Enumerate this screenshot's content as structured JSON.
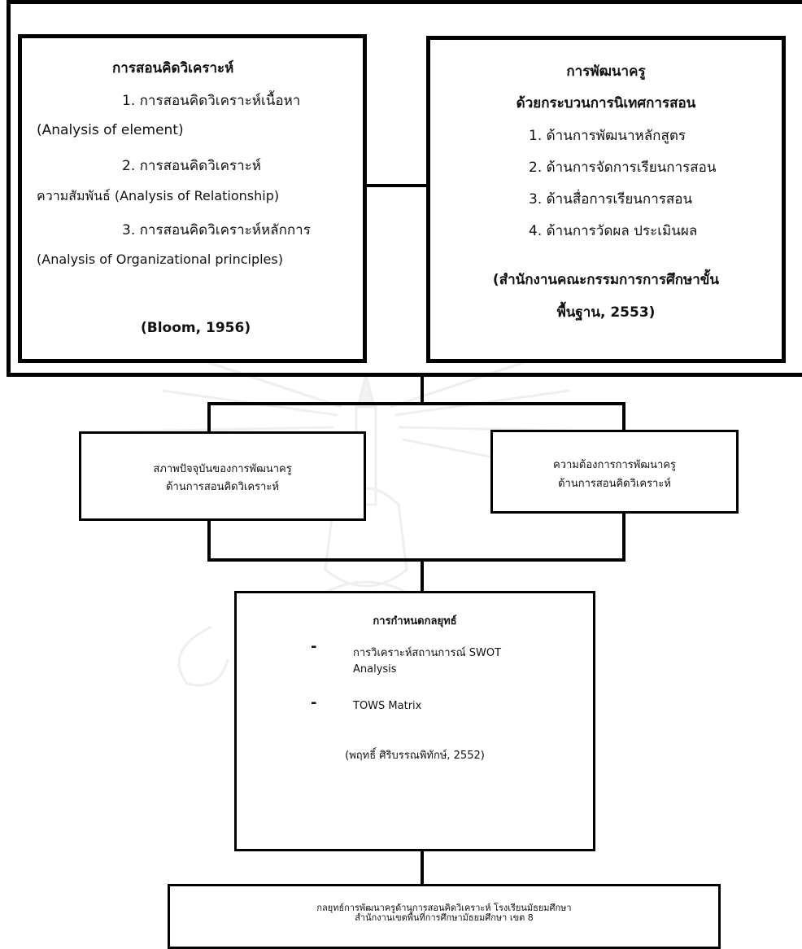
{
  "left_box": {
    "title": "การสอนคิดวิเคราะห์",
    "lines": [
      "1. การสอนคิดวิเคราะห์เนื้อหา",
      "(Analysis of element)",
      "2. การสอนคิดวิเคราะห์",
      "ความสัมพันธ์ (Analysis of Relationship)",
      "3. การสอนคิดวิเคราะห์หลักการ",
      "(Analysis of Organizational principles)"
    ],
    "citation": "(Bloom, 1956)"
  },
  "right_box": {
    "title_line1": "การพัฒนาครู",
    "title_line2": "ด้วยกระบวนการนิเทศการสอน",
    "items": [
      "1. ด้านการพัฒนาหลักสูตร",
      "2. ด้านการจัดการเรียนการสอน",
      "3. ด้านสื่อการเรียนการสอน",
      "4. ด้านการวัดผล  ประเมินผล"
    ],
    "citation_line1": "(สำนักงานคณะกรรมการการศึกษาขั้น",
    "citation_line2": "พื้นฐาน, 2553)"
  },
  "mid_left_box": {
    "line1": "สภาพปัจจุบันของการพัฒนาครู",
    "line2": "ด้านการสอนคิดวิเคราะห์"
  },
  "mid_right_box": {
    "line1": "ความต้องการการพัฒนาครู",
    "line2": "ด้านการสอนคิดวิเคราะห์"
  },
  "strategy_box": {
    "title": "การกำหนดกลยุทธ์",
    "bullet_symbol": "-",
    "item1_line1": "การวิเคราะห์สถานการณ์ SWOT",
    "item1_line2": "Analysis",
    "item2": "TOWS  Matrix",
    "citation": "(พฤทธิ์  ศิริบรรณพิทักษ์, 2552)"
  },
  "bottom_box": {
    "line1": "กลยุทธ์การพัฒนาครูด้านการสอนคิดวิเคราะห์  โรงเรียนมัธยมศึกษา",
    "line2": "สำนักงานเขตพื้นที่การศึกษามัธยมศึกษา เขต 8"
  }
}
